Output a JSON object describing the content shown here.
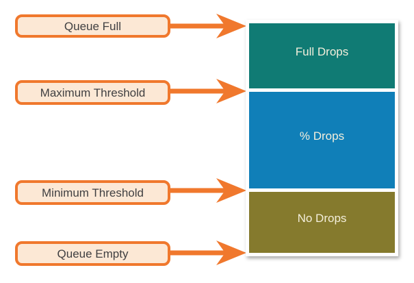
{
  "labels": [
    {
      "text": "Queue Full"
    },
    {
      "text": "Maximum Threshold"
    },
    {
      "text": "Minimum Threshold"
    },
    {
      "text": "Queue Empty"
    }
  ],
  "bar": {
    "segments": [
      {
        "label": "Full Drops",
        "color": "#107B74"
      },
      {
        "label": "% Drops",
        "color": "#107FB8"
      },
      {
        "label": "No Drops",
        "color": "#857A2D"
      }
    ]
  },
  "colors": {
    "arrow_orange": "#F0782D",
    "label_fill": "#FCE8D5",
    "label_border": "#F0782D",
    "label_text": "#3F3F41",
    "bar_text": "#F4EFDC",
    "background": "#FFFFFF"
  }
}
